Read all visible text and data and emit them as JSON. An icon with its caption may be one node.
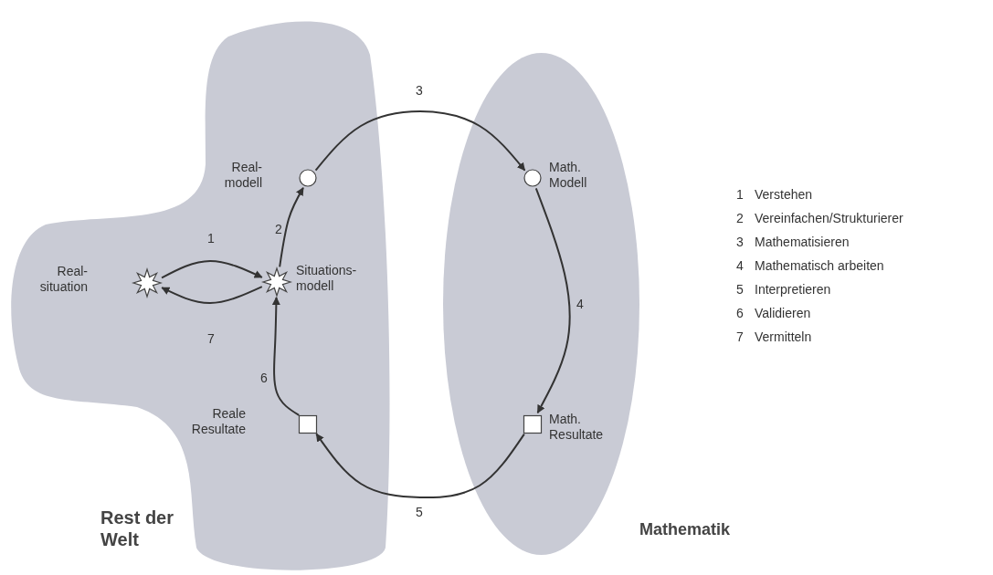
{
  "diagram": {
    "nodes": [
      {
        "text": [
          "Rest der Welt"
        ]
      },
      {
        "text": [
          "Mathematik"
        ]
      },
      {
        "text": [
          "Real- situation"
        ],
        "in": 0
      },
      {
        "text": [
          "Situations- modell"
        ],
        "in": 0
      },
      {
        "text": [
          "Real- modell"
        ],
        "in": 0
      },
      {
        "text": [
          "Math. Modell"
        ],
        "in": 1
      },
      {
        "text": [
          "Math. Resultate"
        ],
        "in": 1
      },
      {
        "text": [
          "Reale Resultate"
        ],
        "in": 0
      }
    ],
    "edges": [
      {
        "from": 2,
        "to": 3,
        "arrow": "to",
        "label": "1"
      },
      {
        "from": 3,
        "to": 2,
        "arrow": "to",
        "label": "7"
      },
      {
        "from": 3,
        "to": 4,
        "arrow": "to",
        "label": "2"
      },
      {
        "from": 4,
        "to": 5,
        "arrow": "to",
        "label": "3"
      },
      {
        "from": 5,
        "to": 6,
        "arrow": "to",
        "label": "4"
      },
      {
        "from": 6,
        "to": 7,
        "arrow": "to",
        "label": "5"
      },
      {
        "from": 7,
        "to": 3,
        "arrow": "to",
        "label": "6"
      }
    ],
    "labels": [
      "1",
      "Verstehen",
      "2",
      "Vereinfachen/Strukturierer",
      "3",
      "Mathematisieren",
      "4",
      "Mathematisch arbeiten",
      "5",
      "Interpretieren",
      "6",
      "Validieren",
      "7",
      "Vermitteln"
    ]
  }
}
